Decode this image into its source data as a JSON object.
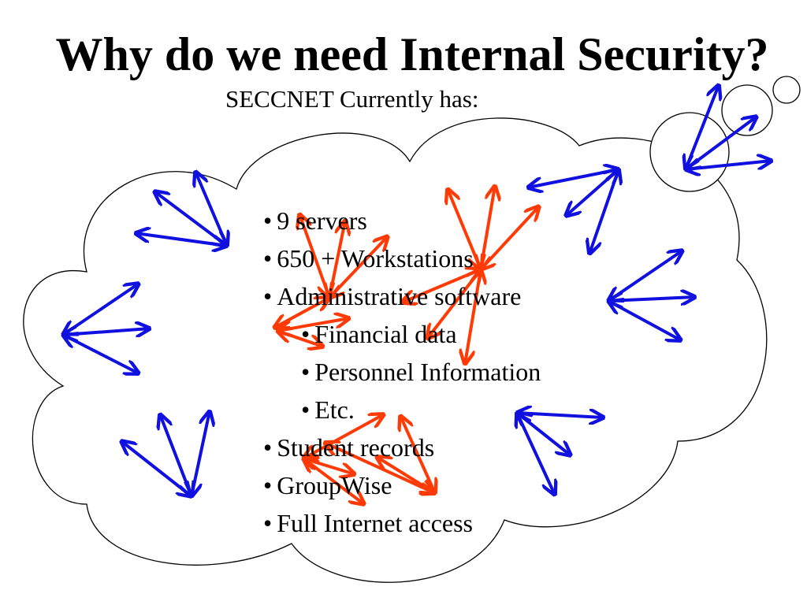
{
  "slide": {
    "title": "Why do we need Internal Security?",
    "subtitle": "SECCNET Currently has:",
    "bullets": [
      {
        "text": "9 servers",
        "level": 1
      },
      {
        "text": "650 + Workstations",
        "level": 1
      },
      {
        "text": "Administrative software",
        "level": 1
      },
      {
        "text": "Financial data",
        "level": 2
      },
      {
        "text": "Personnel Information",
        "level": 2
      },
      {
        "text": "Etc.",
        "level": 2
      },
      {
        "text": "Student records",
        "level": 1
      },
      {
        "text": "GroupWise",
        "level": 1
      },
      {
        "text": "Full Internet access",
        "level": 1
      }
    ],
    "bullet_glyph": "•"
  },
  "colors": {
    "external_arrows": "#1010e0",
    "internal_arrows": "#ff3a05",
    "cloud_outline": "#000000"
  },
  "icons": {
    "cloud": "network-cloud-icon",
    "thought_bubbles": "thought-bubble-icon",
    "external_arrows": "bidirectional-arrow-icon",
    "internal_arrows": "bidirectional-arrow-icon"
  }
}
